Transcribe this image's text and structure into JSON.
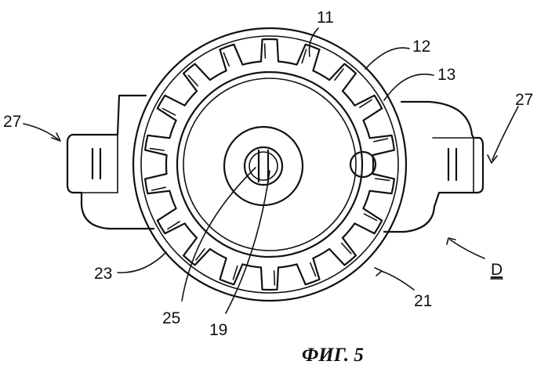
{
  "figure": {
    "caption": "ФИГ. 5",
    "labels": {
      "l11": "11",
      "l12": "12",
      "l13": "13",
      "l27_left": "27",
      "l27_right": "27",
      "l23": "23",
      "l25": "25",
      "l19": "19",
      "l21": "21",
      "lD": "D"
    },
    "gear_teeth": 18
  }
}
